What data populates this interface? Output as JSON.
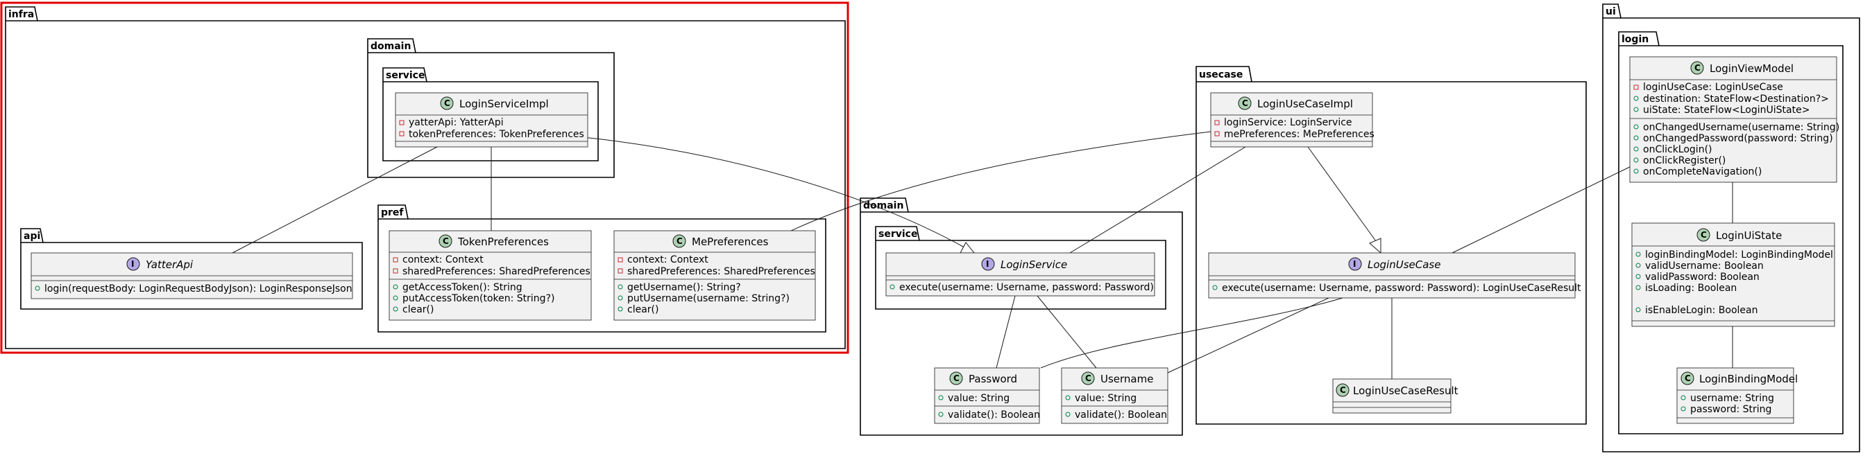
{
  "packages": {
    "infra": "infra",
    "infra_domain": "domain",
    "infra_domain_service": "service",
    "infra_api": "api",
    "infra_pref": "pref",
    "domain": "domain",
    "domain_service": "service",
    "usecase": "usecase",
    "ui": "ui",
    "ui_login": "login"
  },
  "classes": {
    "LoginServiceImpl": {
      "name": "LoginServiceImpl",
      "fields": [
        "yatterApi: YatterApi",
        "tokenPreferences: TokenPreferences"
      ]
    },
    "YatterApi": {
      "name": "YatterApi",
      "methods": [
        "login(requestBody: LoginRequestBodyJson): LoginResponseJson"
      ]
    },
    "TokenPreferences": {
      "name": "TokenPreferences",
      "fields": [
        "context: Context",
        "sharedPreferences: SharedPreferences"
      ],
      "methods": [
        "getAccessToken(): String",
        "putAccessToken(token: String?)",
        "clear()"
      ]
    },
    "MePreferences": {
      "name": "MePreferences",
      "fields": [
        "context: Context",
        "sharedPreferences: SharedPreferences"
      ],
      "methods": [
        "getUsername(): String?",
        "putUsername(username: String?)",
        "clear()"
      ]
    },
    "LoginService": {
      "name": "LoginService",
      "methods": [
        "execute(username: Username, password: Password)"
      ]
    },
    "Password": {
      "name": "Password",
      "fields": [
        "value: String"
      ],
      "methods": [
        "validate(): Boolean"
      ]
    },
    "Username": {
      "name": "Username",
      "fields": [
        "value: String"
      ],
      "methods": [
        "validate(): Boolean"
      ]
    },
    "LoginUseCaseImpl": {
      "name": "LoginUseCaseImpl",
      "fields": [
        "loginService: LoginService",
        "mePreferences: MePreferences"
      ]
    },
    "LoginUseCase": {
      "name": "LoginUseCase",
      "methods": [
        "execute(username: Username, password: Password): LoginUseCaseResult"
      ]
    },
    "LoginUseCaseResult": {
      "name": "LoginUseCaseResult"
    },
    "LoginViewModel": {
      "name": "LoginViewModel",
      "fields": [
        "loginUseCase: LoginUseCase",
        "destination: StateFlow<Destination?>",
        "uiState: StateFlow<LoginUiState>"
      ],
      "methods": [
        "onChangedUsername(username: String)",
        "onChangedPassword(password: String)",
        "onClickLogin()",
        "onClickRegister()",
        "onCompleteNavigation()"
      ]
    },
    "LoginUiState": {
      "name": "LoginUiState",
      "fields": [
        "loginBindingModel: LoginBindingModel",
        "validUsername: Boolean",
        "validPassword: Boolean",
        "isLoading: Boolean",
        "isEnableLogin: Boolean"
      ]
    },
    "LoginBindingModel": {
      "name": "LoginBindingModel",
      "fields": [
        "username: String",
        "password: String"
      ]
    }
  },
  "icons": {
    "class": "class-icon",
    "interface": "interface-icon"
  },
  "colors": {
    "class_icon": "#ADD1B2",
    "interface_icon": "#B4A7E5",
    "box_fill": "#F1F1F1",
    "private_marker": "#C82930",
    "public_marker": "#038048",
    "highlight": "#E00000"
  }
}
